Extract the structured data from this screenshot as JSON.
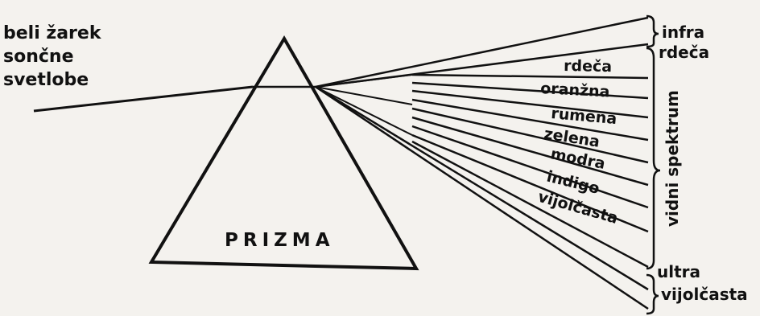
{
  "source_label": {
    "line1": "beli žarek",
    "line2": "sončne",
    "line3": "svetlobe"
  },
  "prism_label": "PRIZMA",
  "infrared": {
    "line1": "infra",
    "line2": "rdeča"
  },
  "spectrum_colors": [
    "rdeča",
    "oranžna",
    "rumena",
    "zelena",
    "modra",
    "indigo",
    "vijolčasta"
  ],
  "visible_label": "vidni spektrum",
  "ultraviolet": {
    "line1": "ultra",
    "line2": "vijolčasta"
  }
}
